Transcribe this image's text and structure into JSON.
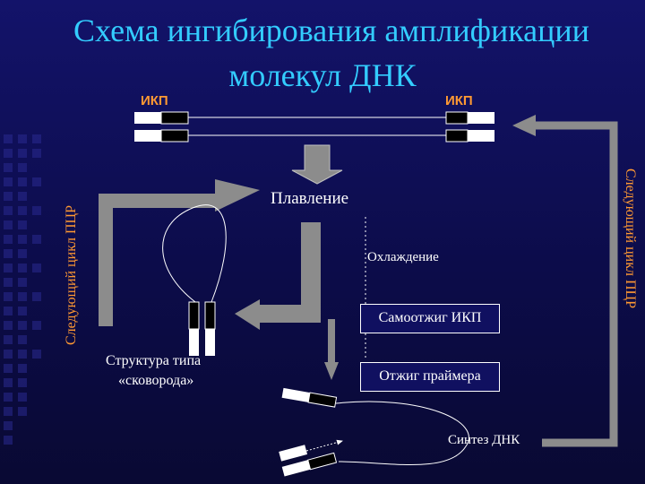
{
  "title": {
    "line1": "Схема ингибирования амплификации",
    "line2": "молекул ДНК"
  },
  "labels": {
    "ikp_left": "ИКП",
    "ikp_right": "ИКП",
    "melting": "Плавление",
    "cooling": "Охлаждение",
    "self_annealing": "Самоотжиг ИКП",
    "primer_annealing": "Отжиг праймера",
    "pan_structure_line1": "Структура типа",
    "pan_structure_line2": "«сковорода»",
    "dna_synthesis": "Синтез ДНК",
    "next_cycle_left": "Следующий цикл ПЦР",
    "next_cycle_right": "Следующий цикл ПЦР"
  },
  "colors": {
    "title": "#33ccff",
    "labels_orange": "#ff9933",
    "arrow_gray": "#8c8c8c",
    "background": "#0c0c4a"
  }
}
